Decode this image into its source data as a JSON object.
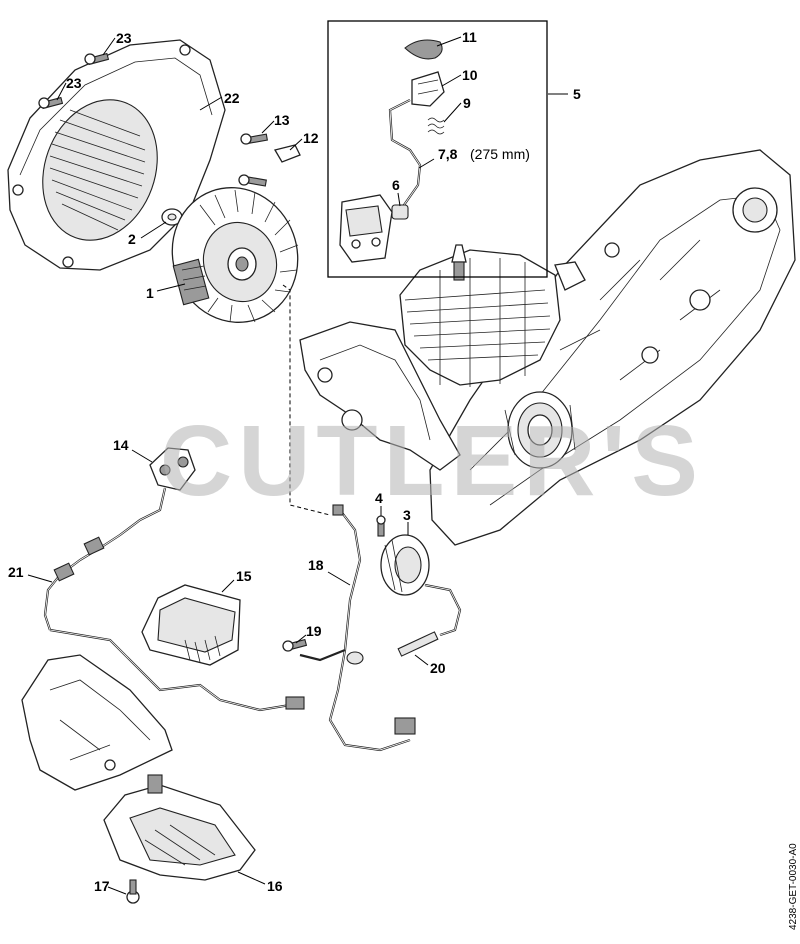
{
  "watermark": "CUTLER'S",
  "drawing_code": "4238-GET-0030-A0",
  "inset": {
    "label": "5"
  },
  "callouts": [
    {
      "id": "c23a",
      "label": "23"
    },
    {
      "id": "c23b",
      "label": "23"
    },
    {
      "id": "c22",
      "label": "22"
    },
    {
      "id": "c13",
      "label": "13"
    },
    {
      "id": "c12",
      "label": "12"
    },
    {
      "id": "c2",
      "label": "2"
    },
    {
      "id": "c1",
      "label": "1"
    },
    {
      "id": "c11",
      "label": "11"
    },
    {
      "id": "c10",
      "label": "10"
    },
    {
      "id": "c9",
      "label": "9"
    },
    {
      "id": "c78",
      "label": "7,8"
    },
    {
      "id": "c6",
      "label": "6"
    },
    {
      "id": "c14",
      "label": "14"
    },
    {
      "id": "c4",
      "label": "4"
    },
    {
      "id": "c3",
      "label": "3"
    },
    {
      "id": "c18",
      "label": "18"
    },
    {
      "id": "c21",
      "label": "21"
    },
    {
      "id": "c15",
      "label": "15"
    },
    {
      "id": "c19",
      "label": "19"
    },
    {
      "id": "c20",
      "label": "20"
    },
    {
      "id": "c17",
      "label": "17"
    },
    {
      "id": "c16",
      "label": "16"
    }
  ],
  "c78_note": "(275 mm)"
}
